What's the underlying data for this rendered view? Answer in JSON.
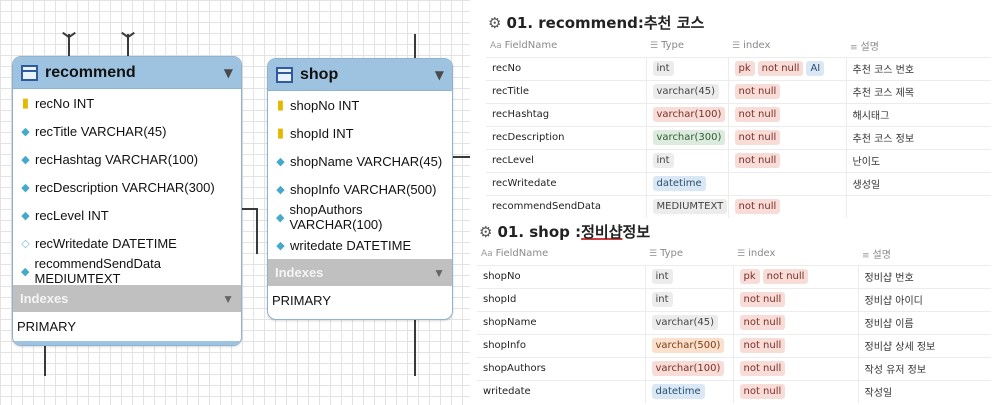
{
  "diagram": {
    "recommend": {
      "title": "recommend",
      "columns": [
        {
          "icon": "key-icon",
          "text": "recNo INT"
        },
        {
          "icon": "diamond-icon",
          "text": "recTitle VARCHAR(45)"
        },
        {
          "icon": "diamond-icon",
          "text": "recHashtag VARCHAR(100)"
        },
        {
          "icon": "diamond-icon",
          "text": "recDescription VARCHAR(300)"
        },
        {
          "icon": "diamond-icon",
          "text": "recLevel INT"
        },
        {
          "icon": "hollow-diamond-icon",
          "text": "recWritedate DATETIME"
        },
        {
          "icon": "diamond-icon",
          "text": "recommendSendData MEDIUMTEXT"
        }
      ],
      "indexes_label": "Indexes",
      "index_rows": [
        "PRIMARY"
      ]
    },
    "shop": {
      "title": "shop",
      "columns": [
        {
          "icon": "key-icon",
          "text": "shopNo INT"
        },
        {
          "icon": "key-icon",
          "text": "shopId INT"
        },
        {
          "icon": "diamond-icon",
          "text": "shopName VARCHAR(45)"
        },
        {
          "icon": "diamond-icon",
          "text": "shopInfo VARCHAR(500)"
        },
        {
          "icon": "diamond-icon",
          "text": "shopAuthors VARCHAR(100)"
        },
        {
          "icon": "diamond-icon",
          "text": "writedate DATETIME"
        }
      ],
      "indexes_label": "Indexes",
      "index_rows": [
        "PRIMARY"
      ]
    }
  },
  "docs": [
    {
      "title_prefix": "01. recommend: ",
      "title_suffix": "추천 코스",
      "headers": {
        "field": "FieldName",
        "type": "Type",
        "index": "index",
        "desc": "설명"
      },
      "rows": [
        {
          "name": "recNo",
          "type": "int",
          "type_color": "gray",
          "index": [
            {
              "t": "pk",
              "c": "pink"
            },
            {
              "t": "not null",
              "c": "pink"
            },
            {
              "t": "AI",
              "c": "blue"
            }
          ],
          "desc": "추천 코스 번호"
        },
        {
          "name": "recTitle",
          "type": "varchar(45)",
          "type_color": "gray",
          "index": [
            {
              "t": "not null",
              "c": "pink"
            }
          ],
          "desc": "추천 코스 제목"
        },
        {
          "name": "recHashtag",
          "type": "varchar(100)",
          "type_color": "pink",
          "index": [
            {
              "t": "not null",
              "c": "pink"
            }
          ],
          "desc": "해시태그"
        },
        {
          "name": "recDescription",
          "type": "varchar(300)",
          "type_color": "green",
          "index": [
            {
              "t": "not null",
              "c": "pink"
            }
          ],
          "desc": "추천 코스 정보"
        },
        {
          "name": "recLevel",
          "type": "int",
          "type_color": "gray",
          "index": [
            {
              "t": "not null",
              "c": "pink"
            }
          ],
          "desc": "난이도"
        },
        {
          "name": "recWritedate",
          "type": "datetime",
          "type_color": "blue",
          "index": [],
          "desc": "생성일"
        },
        {
          "name": "recommendSendData",
          "type": "MEDIUMTEXT",
          "type_color": "gray",
          "index": [
            {
              "t": "not null",
              "c": "pink"
            }
          ],
          "desc": ""
        }
      ]
    },
    {
      "title_prefix": "01. shop : ",
      "title_underlined": "정비샵",
      "title_suffix": " 정보",
      "headers": {
        "field": "FieldName",
        "type": "Type",
        "index": "index",
        "desc": "설명"
      },
      "rows": [
        {
          "name": "shopNo",
          "type": "int",
          "type_color": "gray",
          "index": [
            {
              "t": "pk",
              "c": "pink"
            },
            {
              "t": "not null",
              "c": "pink"
            }
          ],
          "desc": "정비샵 번호"
        },
        {
          "name": "shopId",
          "type": "int",
          "type_color": "gray",
          "index": [
            {
              "t": "not null",
              "c": "pink"
            }
          ],
          "desc": "정비샵 아이디"
        },
        {
          "name": "shopName",
          "type": "varchar(45)",
          "type_color": "gray",
          "index": [
            {
              "t": "not null",
              "c": "pink"
            }
          ],
          "desc": "정비샵 이름"
        },
        {
          "name": "shopInfo",
          "type": "varchar(500)",
          "type_color": "orange",
          "index": [
            {
              "t": "not null",
              "c": "pink"
            }
          ],
          "desc": "정비샵 상세 정보"
        },
        {
          "name": "shopAuthors",
          "type": "varchar(100)",
          "type_color": "pink",
          "index": [
            {
              "t": "not null",
              "c": "pink"
            }
          ],
          "desc": "작성 유저 정보"
        },
        {
          "name": "writedate",
          "type": "datetime",
          "type_color": "blue",
          "index": [
            {
              "t": "not null",
              "c": "pink"
            }
          ],
          "desc": "작성일"
        }
      ]
    }
  ]
}
